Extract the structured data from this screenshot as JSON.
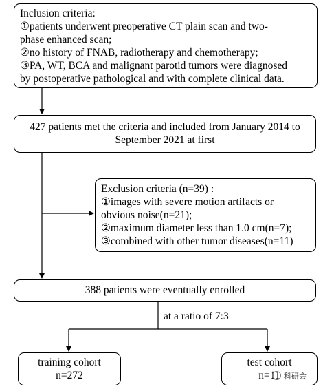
{
  "inclusion": {
    "lines": [
      "Inclusion criteria:",
      "①patients underwent preoperative CT plain scan and two-",
      "phase enhanced scan;",
      "②no history of FNAB, radiotherapy and chemotherapy;",
      "③PA, WT, BCA and malignant parotid tumors were diagnosed",
      "by postoperative pathological and with complete clinical data."
    ]
  },
  "met": {
    "lines": [
      "427 patients met the criteria and included from January 2014 to",
      "September 2021 at first"
    ]
  },
  "exclusion": {
    "lines": [
      "Exclusion criteria (n=39) :",
      "①images with severe motion artifacts or",
      "obvious noise(n=21);",
      "②maximum diameter less than 1.0 cm(n=7);",
      "③combined with other tumor diseases(n=11)"
    ]
  },
  "enrolled": {
    "label": "388 patients were eventually enrolled"
  },
  "split": {
    "ratio_label": "at a ratio of  7:3"
  },
  "training": {
    "title": "training cohort",
    "count": "n=272"
  },
  "test": {
    "title": "test cohort",
    "count": "n=11"
  },
  "watermark": {
    "text": "科研会"
  }
}
